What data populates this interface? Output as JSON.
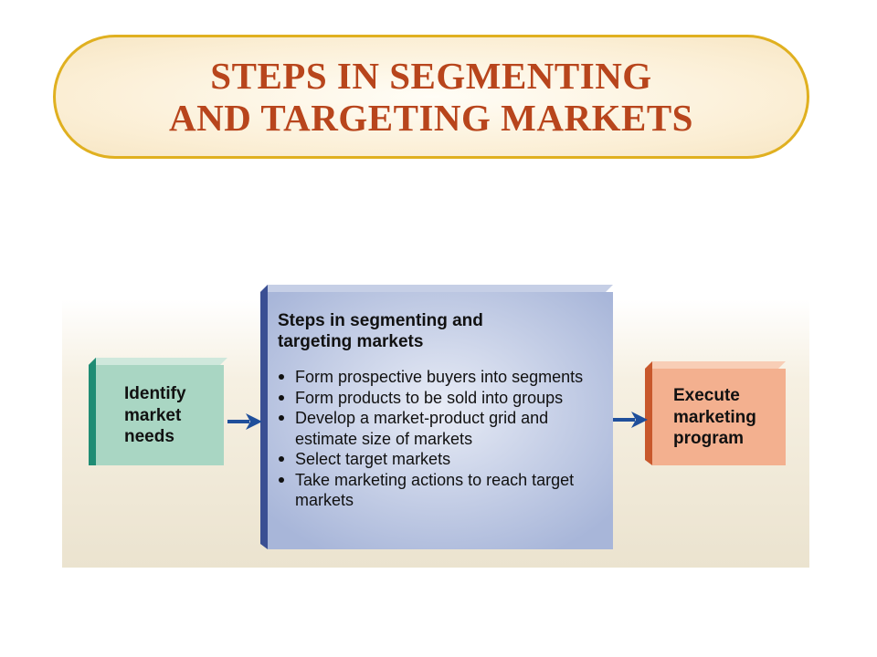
{
  "title": {
    "line1": "STEPS IN SEGMENTING",
    "line2": "AND TARGETING MARKETS"
  },
  "diagram": {
    "left_box": {
      "lines": [
        "Identify",
        "market",
        "needs"
      ]
    },
    "center_box": {
      "heading_lines": [
        "Steps in segmenting and",
        "targeting markets"
      ],
      "bullets": [
        "Form prospective buyers into segments",
        "Form products to be sold into groups",
        "Develop a market-product grid and estimate size of markets",
        "Select target markets",
        "Take marketing actions to reach target markets"
      ]
    },
    "right_box": {
      "lines": [
        "Execute",
        "marketing",
        "program"
      ]
    }
  },
  "colors": {
    "title_text": "#b8451c",
    "title_border": "#e0b020",
    "left_box_face": "#a9d6c3",
    "left_box_side": "#1f8c74",
    "center_box_face": "#aab7da",
    "center_box_side": "#3a4f93",
    "right_box_face": "#f3b08f",
    "right_box_side": "#c8582c",
    "arrow": "#1f4f9b"
  }
}
